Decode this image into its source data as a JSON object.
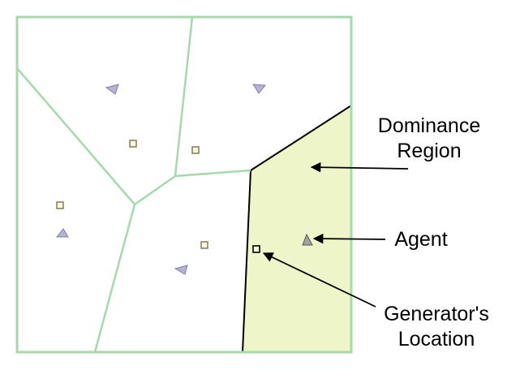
{
  "colors": {
    "cell_edge": "#a6d9ab",
    "dominance_fill": "#eef5c8",
    "dominance_edge": "#000000",
    "agent_fill": "#b3b3d9",
    "agent_edge": "#7f7fa8",
    "highlight_agent_fill": "#a3a3a3",
    "generator_fill": "#fbf7df",
    "generator_edge": "#8a8659",
    "arrow": "#000000"
  },
  "labels": {
    "dominance_region": {
      "line1": "Dominance",
      "line2": "Region"
    },
    "agent": "Agent",
    "generator_location": {
      "line1": "Generator's",
      "line2": "Location"
    }
  },
  "icons": {
    "agent": "triangle-agent-icon",
    "generator": "square-generator-icon"
  }
}
